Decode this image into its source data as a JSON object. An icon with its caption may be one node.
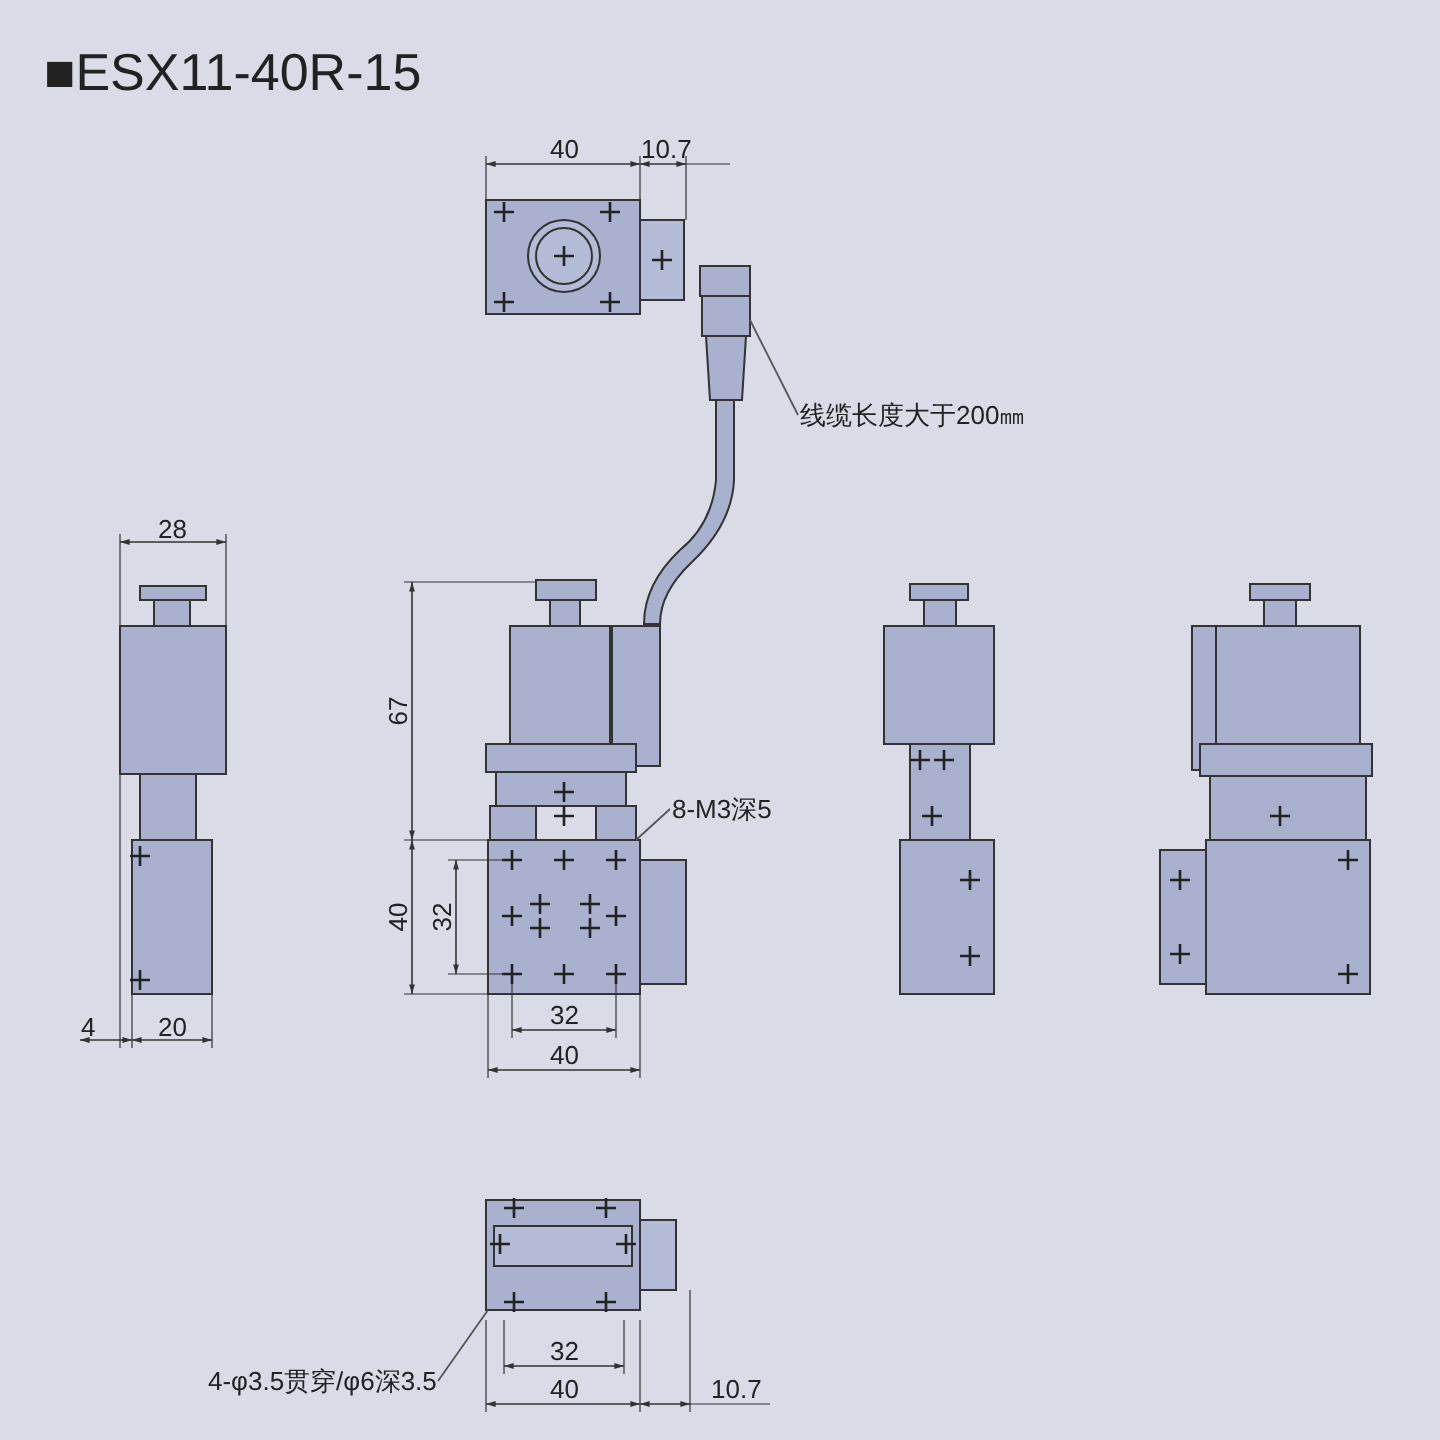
{
  "diagram": {
    "title": "■ESX11-40R-15",
    "nodes": [
      {
        "text": [
          "线缆长度大于200㎜"
        ]
      },
      {
        "text": [
          "8-M3深5"
        ]
      },
      {
        "text": [
          "4-φ3.5贯穿/φ6深3.5"
        ]
      },
      {
        "text": [],
        "shape": "box"
      },
      {
        "text": [],
        "shape": "box"
      },
      {
        "text": [],
        "shape": "box"
      }
    ],
    "edges": [
      {
        "from": 0,
        "to": 3,
        "arrow": "none"
      },
      {
        "from": 1,
        "to": 4,
        "arrow": "none"
      },
      {
        "from": 2,
        "to": 5,
        "arrow": "none"
      }
    ],
    "labels": [
      "40",
      "10.7",
      "28",
      "67",
      "40",
      "32",
      "32",
      "40",
      "4",
      "20",
      "32",
      "40",
      "10.7"
    ]
  }
}
